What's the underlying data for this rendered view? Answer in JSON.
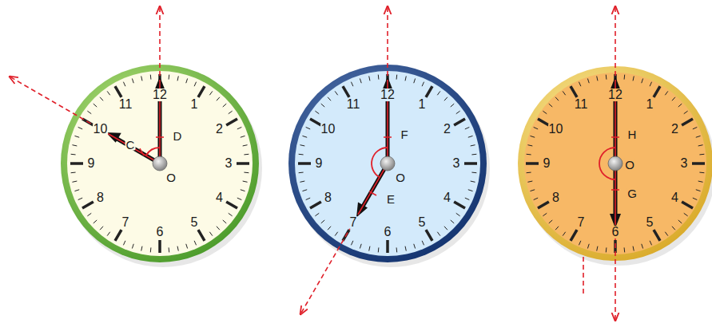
{
  "diagram": {
    "labels": [
      "1",
      "2",
      "3",
      "4",
      "5",
      "6",
      "7",
      "8",
      "9",
      "10",
      "11",
      "12",
      "1",
      "2",
      "3",
      "4",
      "5",
      "6",
      "7",
      "8",
      "9",
      "10",
      "11",
      "12",
      "1",
      "2",
      "3",
      "4",
      "5",
      "6",
      "7",
      "8",
      "9",
      "10",
      "11",
      "12",
      "D",
      "C",
      "O",
      "F",
      "O",
      "E",
      "H",
      "O",
      "G"
    ]
  }
}
